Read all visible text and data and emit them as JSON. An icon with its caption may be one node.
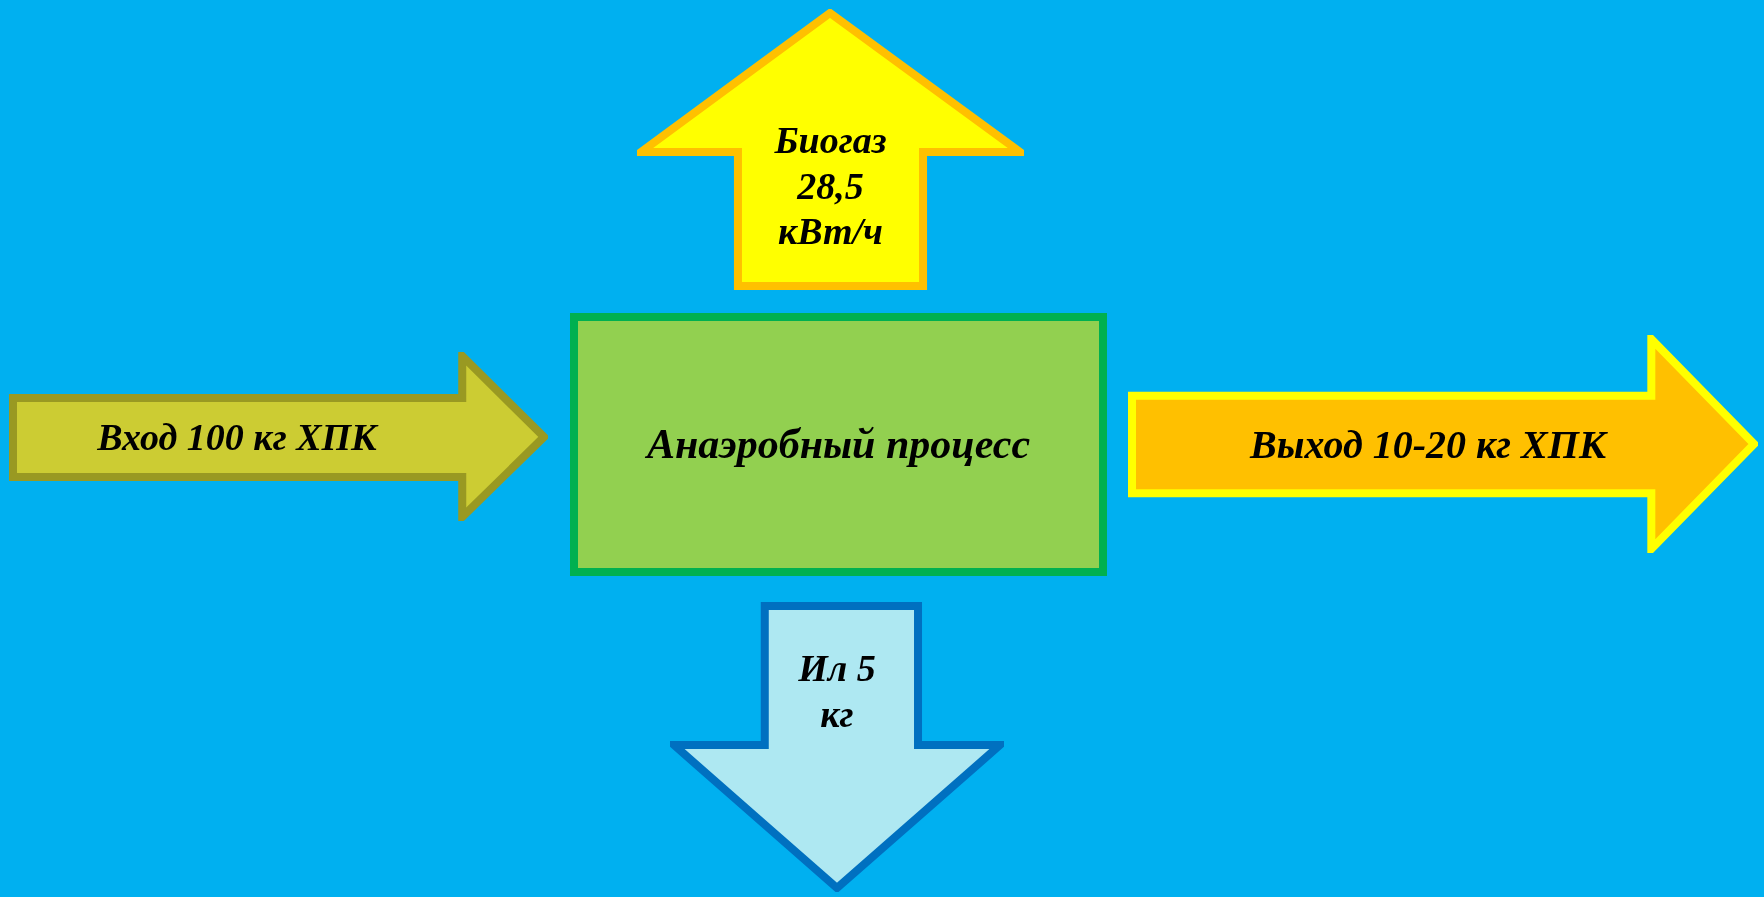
{
  "diagram": {
    "nodes": [
      {
        "text": [
          "Биогаз 28,5 кВт/ч"
        ]
      },
      {
        "text": [
          "Вход 100 кг ХПК"
        ]
      },
      {
        "text": [
          "Анаэробный процесс"
        ]
      },
      {
        "text": [
          "Выход 10-20 кг ХПК"
        ]
      },
      {
        "text": [
          "Ил 5 кг"
        ]
      }
    ]
  }
}
